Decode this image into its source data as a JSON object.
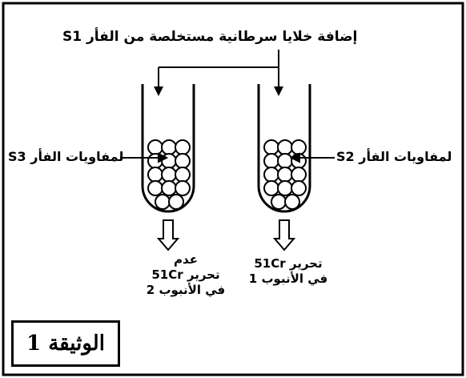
{
  "title": "إضافة خلايا سرطانية مستخلصة من الفأر S1",
  "left_tube_label": "لمفاويات الفأر S3",
  "right_tube_label": "لمفاويات الفأر S2",
  "left_result": {
    "line1": "عدم",
    "line2": "تحرير 51Cr",
    "line3": "في الأنبوب 2"
  },
  "right_result": {
    "line1": "تحرير 51Cr",
    "line2": "في الأنبوب 1"
  },
  "document_label": "الوثيقة 1"
}
